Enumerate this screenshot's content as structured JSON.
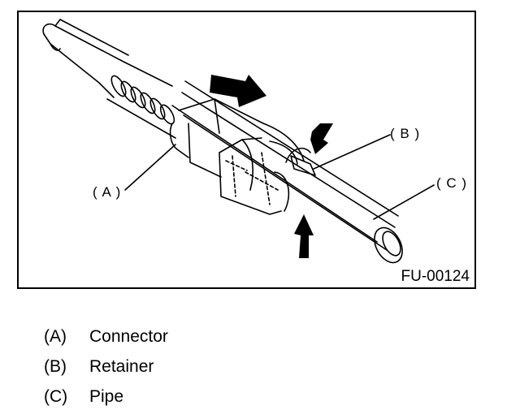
{
  "figure": {
    "code": "FU-00124",
    "callouts": {
      "a": "( A )",
      "b": "( B )",
      "c": "( C )"
    }
  },
  "legend": [
    {
      "key": "(A)",
      "label": "Connector"
    },
    {
      "key": "(B)",
      "label": "Retainer"
    },
    {
      "key": "(C)",
      "label": "Pipe"
    }
  ]
}
